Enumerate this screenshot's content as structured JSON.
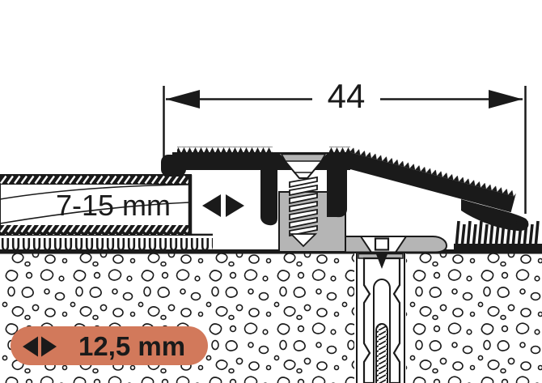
{
  "diagram": {
    "type": "technical-cross-section",
    "subject": "floor transition profile screwed to concrete substrate next to laminate flooring",
    "dimension_top": {
      "value": "44"
    },
    "floor": {
      "thickness_label": "7-15 mm"
    },
    "badge": {
      "label": "12,5 mm",
      "icon": "left-right-arrows-icon"
    },
    "icons": {
      "expansion_arrows": "left-right-arrows",
      "dimension_arrows": "horizontal-dimension-arrows"
    },
    "colors": {
      "ink": "#1a1a1a",
      "badge_bg": "#d2795b",
      "metal_gray": "#b5b5b5",
      "background": "#ffffff"
    }
  }
}
